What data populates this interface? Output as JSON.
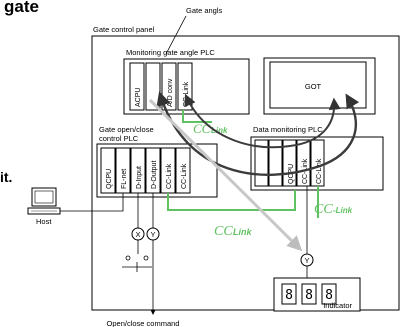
{
  "header": {
    "title_fragment": "gate",
    "side_fragment": "it."
  },
  "panel": {
    "title": "Gate control panel"
  },
  "gate_angles_label": "Gate angls",
  "monitoring_plc": {
    "title": "Monitoring gate angle PLC",
    "modules": [
      "ACPU",
      "A/D conv",
      "CC-Link"
    ]
  },
  "got": {
    "label": "GOT"
  },
  "gate_plc": {
    "title_line1": "Gate open/close",
    "title_line2": "control PLC",
    "modules": [
      "QCPU",
      "FL-net",
      "D-Input",
      "D-Output",
      "CC-Link",
      "CC-Link"
    ]
  },
  "data_plc": {
    "title": "Data monitoring PLC",
    "modules": [
      "QCPU",
      "CC-Link",
      "CC-Link"
    ]
  },
  "cclink_labels": [
    {
      "cc": "CC",
      "word": "Link"
    },
    {
      "cc": "CC",
      "word": "Link"
    },
    {
      "cc": "CC",
      "word": "-Link"
    }
  ],
  "relays": [
    "X",
    "Y",
    "Y"
  ],
  "host": {
    "label": "Host"
  },
  "indicator": {
    "label": "Indicator",
    "digits": [
      "8",
      "8",
      "8"
    ]
  },
  "command": {
    "label": "Open/close command"
  },
  "colors": {
    "cclink_green": "#5fc15f",
    "arrow_gray": "#c8c8c8",
    "arrow_dark": "#404040"
  }
}
